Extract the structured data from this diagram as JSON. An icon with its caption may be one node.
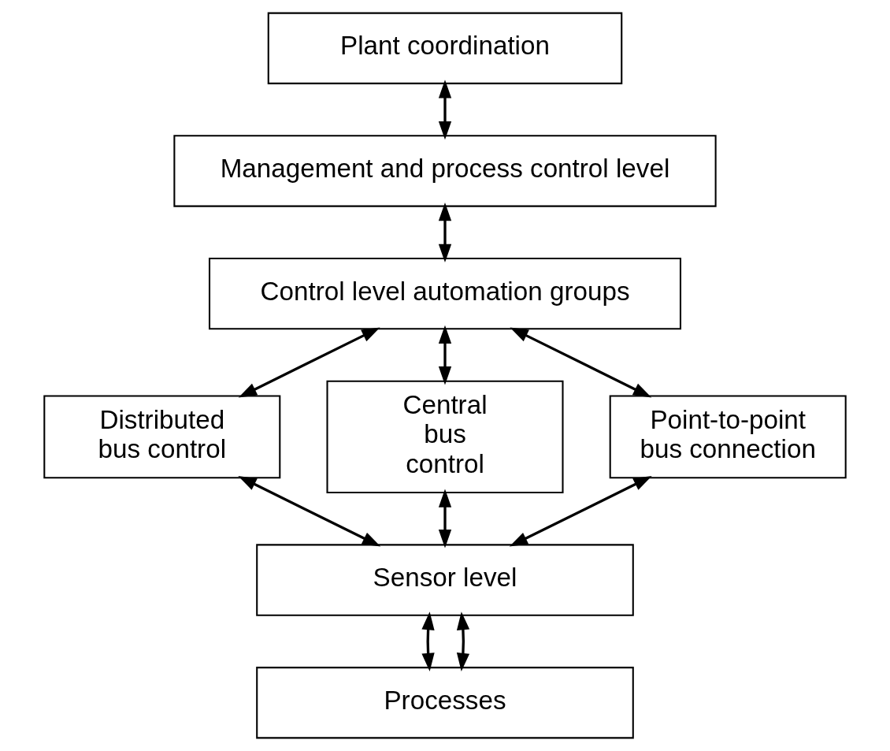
{
  "diagram": {
    "nodes": [
      {
        "text": [
          "Plant coordination"
        ]
      },
      {
        "text": [
          "Management and process control level"
        ]
      },
      {
        "text": [
          "Control level automation groups"
        ]
      },
      {
        "text": [
          "Distributed bus control"
        ]
      },
      {
        "text": [
          "Central bus control"
        ]
      },
      {
        "text": [
          "Point-to-point bus connection"
        ]
      },
      {
        "text": [
          "Sensor level"
        ]
      },
      {
        "text": [
          "Processes"
        ]
      }
    ],
    "edges": [
      {
        "from": 0,
        "to": 1,
        "arrow": "both"
      },
      {
        "from": 1,
        "to": 2,
        "arrow": "both"
      },
      {
        "from": 2,
        "to": 3,
        "arrow": "both"
      },
      {
        "from": 2,
        "to": 4,
        "arrow": "both"
      },
      {
        "from": 2,
        "to": 5,
        "arrow": "both"
      },
      {
        "from": 3,
        "to": 6,
        "arrow": "both"
      },
      {
        "from": 4,
        "to": 6,
        "arrow": "both"
      },
      {
        "from": 5,
        "to": 6,
        "arrow": "both"
      },
      {
        "from": 6,
        "to": 7,
        "arrow": "both"
      },
      {
        "from": 6,
        "to": 7,
        "arrow": "both"
      }
    ]
  }
}
